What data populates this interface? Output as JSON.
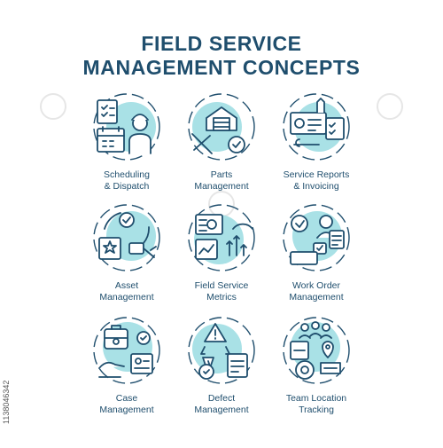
{
  "title": {
    "line1": "FIELD SERVICE",
    "line2": "MANAGEMENT CONCEPTS"
  },
  "colors": {
    "accent_teal": "#a9e1e6",
    "outline": "#1f4e6d",
    "background": "#ffffff"
  },
  "concepts": [
    {
      "line1": "Scheduling",
      "line2": "& Dispatch",
      "icon": "calendar-worker-icon"
    },
    {
      "line1": "Parts",
      "line2": "Management",
      "icon": "warehouse-tools-icon"
    },
    {
      "line1": "Service Reports",
      "line2": "& Invoicing",
      "icon": "invoice-report-icon"
    },
    {
      "line1": "Asset",
      "line2": "Management",
      "icon": "asset-cycle-icon"
    },
    {
      "line1": "Field Service",
      "line2": "Metrics",
      "icon": "metrics-dashboard-icon"
    },
    {
      "line1": "Work Order",
      "line2": "Management",
      "icon": "work-order-icon"
    },
    {
      "line1": "Case",
      "line2": "Management",
      "icon": "case-briefcase-icon"
    },
    {
      "line1": "Defect",
      "line2": "Management",
      "icon": "defect-warning-icon"
    },
    {
      "line1": "Team Location",
      "line2": "Tracking",
      "icon": "team-location-icon"
    }
  ],
  "side_id": "1138046342"
}
